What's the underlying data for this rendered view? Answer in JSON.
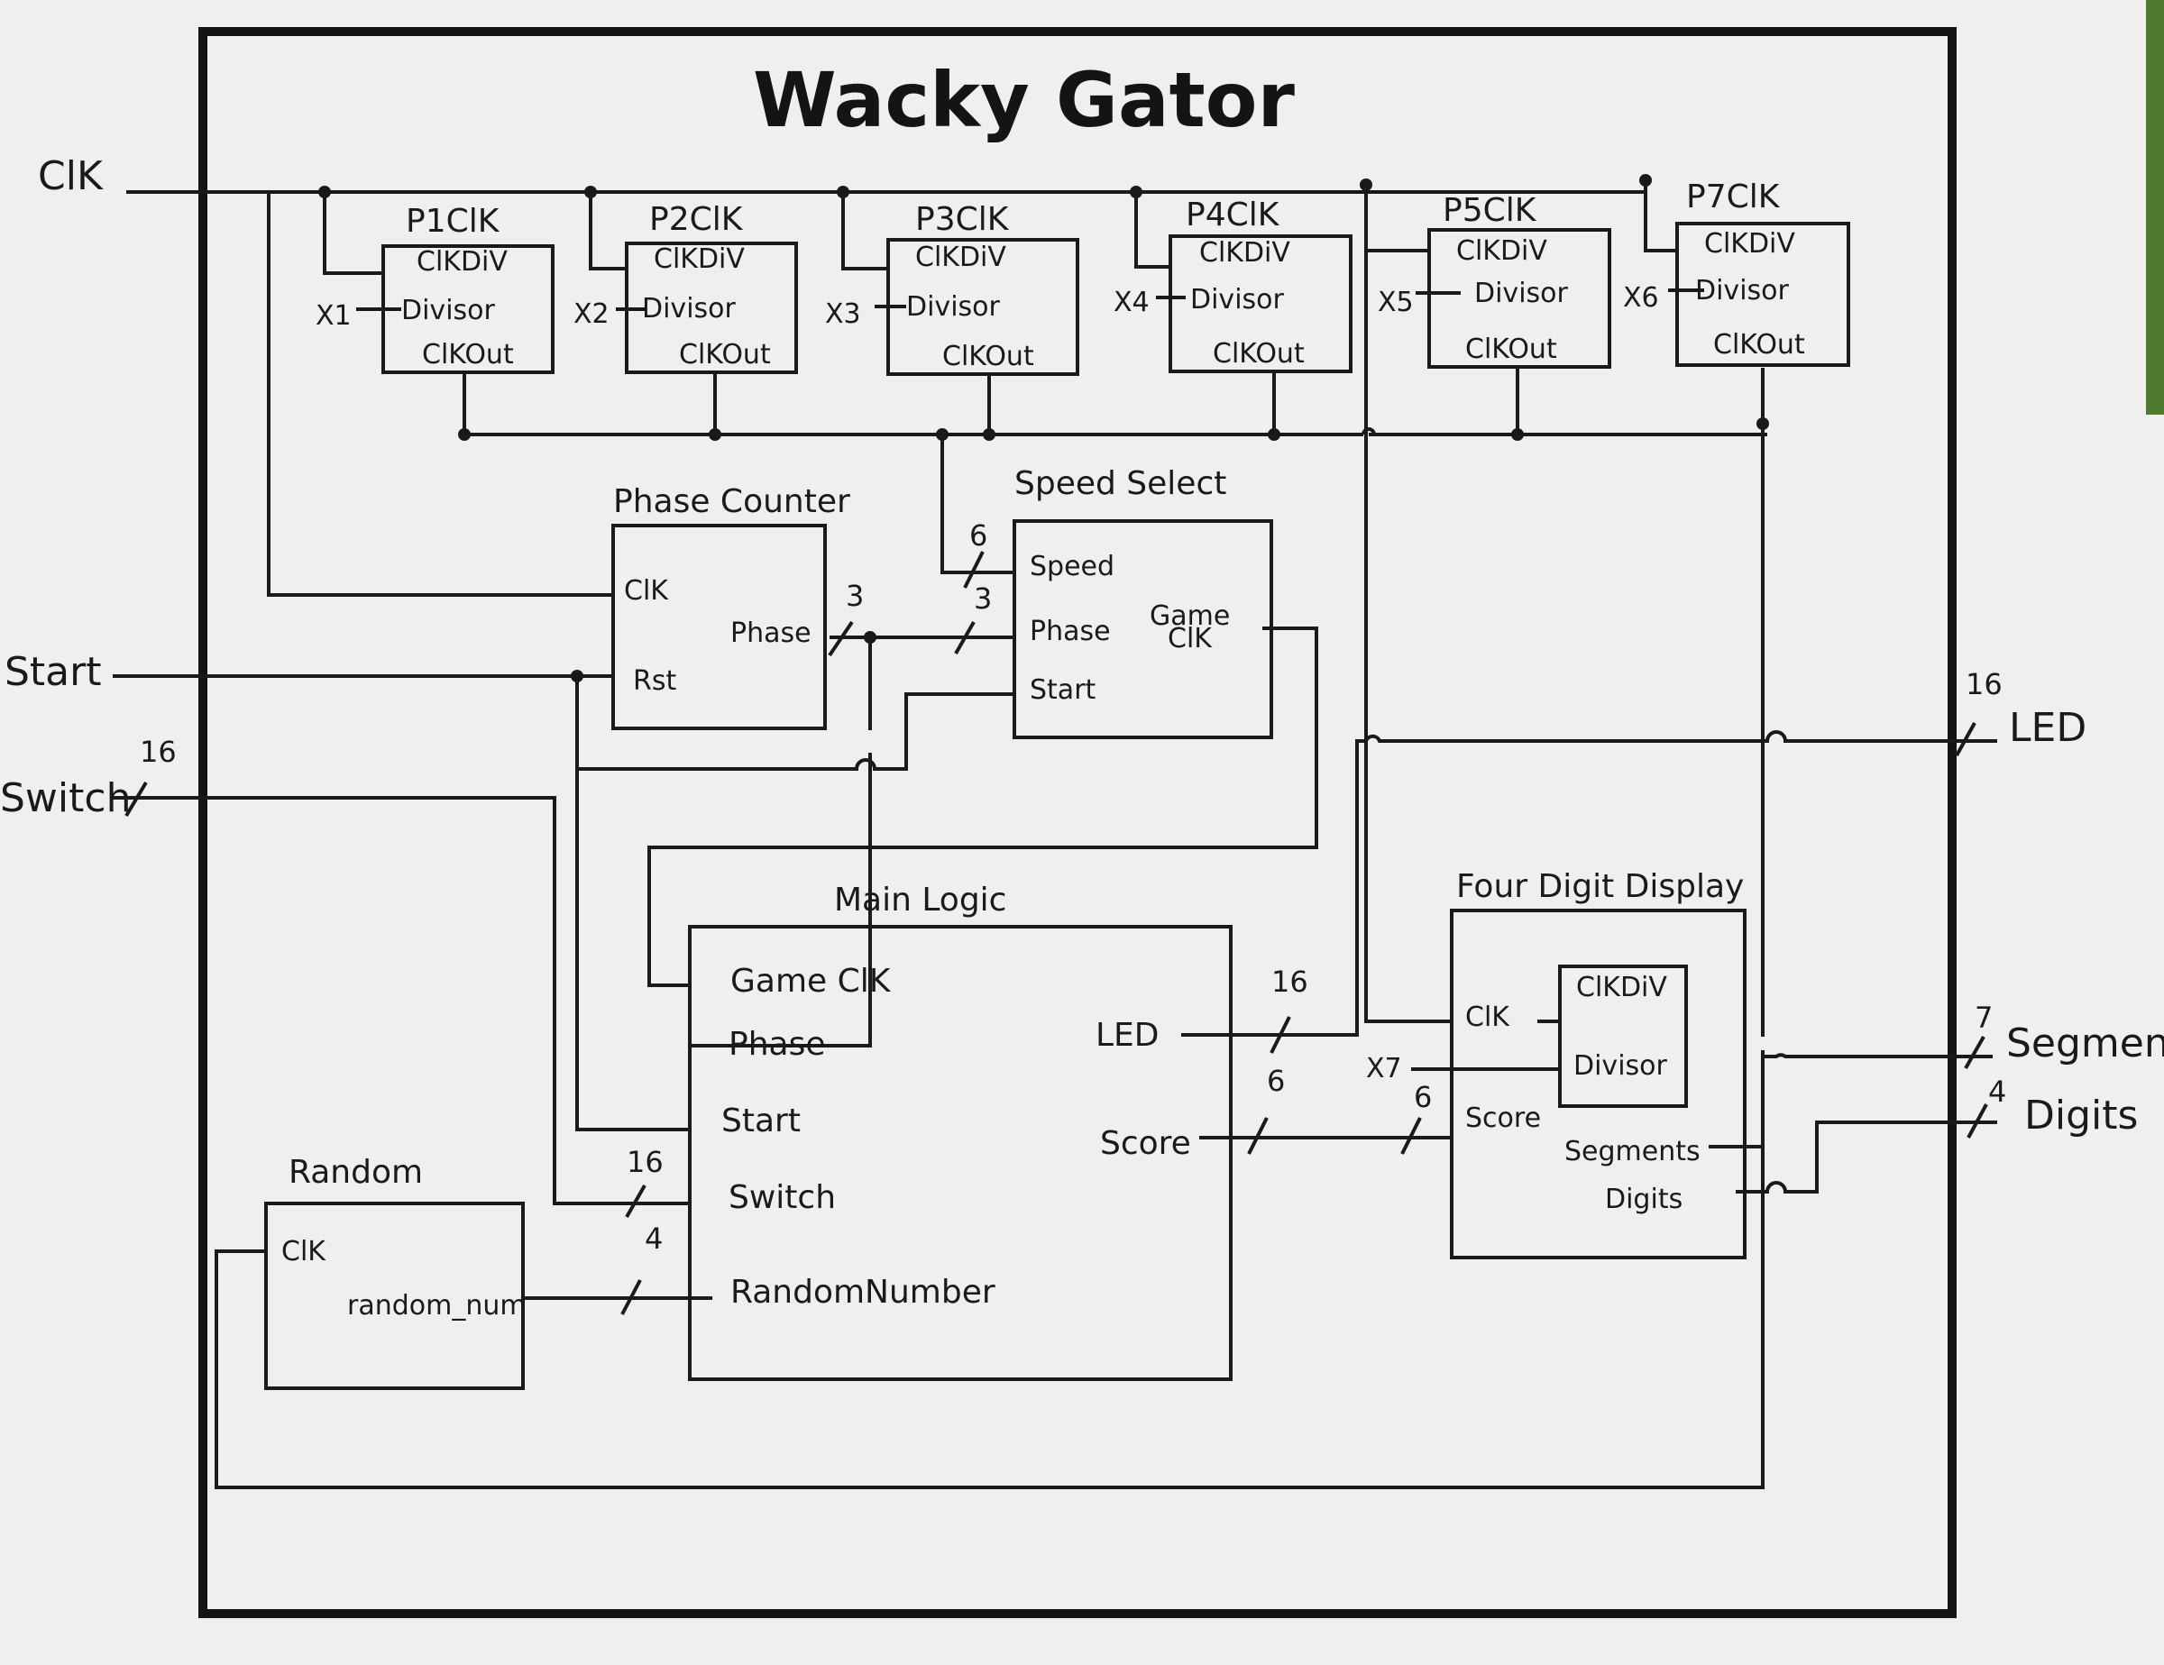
{
  "title": "Wacky Gator",
  "external_inputs": {
    "clk": "ClK",
    "start": "Start",
    "switch": "Switch",
    "switch_width": "16"
  },
  "external_outputs": {
    "led": "LED",
    "led_width": "16",
    "segments": "Segments",
    "segments_width": "7",
    "digits": "Digits",
    "digits_width": "4"
  },
  "clock_dividers": [
    {
      "name": "P1ClK",
      "header": "ClKDiV",
      "divisor_port": "Divisor",
      "out_port": "ClKOut",
      "divisor_input": "X1"
    },
    {
      "name": "P2ClK",
      "header": "ClKDiV",
      "divisor_port": "Divisor",
      "out_port": "ClKOut",
      "divisor_input": "X2"
    },
    {
      "name": "P3ClK",
      "header": "ClKDiV",
      "divisor_port": "Divisor",
      "out_port": "ClKOut",
      "divisor_input": "X3"
    },
    {
      "name": "P4ClK",
      "header": "ClKDiV",
      "divisor_port": "Divisor",
      "out_port": "ClKOut",
      "divisor_input": "X4"
    },
    {
      "name": "P5ClK",
      "header": "ClKDiV",
      "divisor_port": "Divisor",
      "out_port": "ClKOut",
      "divisor_input": "X5"
    },
    {
      "name": "P7ClK",
      "header": "ClKDiV",
      "divisor_port": "Divisor",
      "out_port": "ClKOut",
      "divisor_input": "X6"
    }
  ],
  "phase_counter": {
    "title": "Phase Counter",
    "clk": "ClK",
    "rst": "Rst",
    "phase": "Phase",
    "phase_width": "3"
  },
  "speed_select": {
    "title": "Speed Select",
    "speed": "Speed",
    "phase": "Phase",
    "start": "Start",
    "game_clk_line1": "Game",
    "game_clk_line2": "ClK",
    "speed_width": "6",
    "phase_width": "3"
  },
  "main_logic": {
    "title": "Main Logic",
    "game_clk": "Game ClK",
    "phase": "Phase",
    "start": "Start",
    "switch": "Switch",
    "random_number": "RandomNumber",
    "led": "LED",
    "score": "Score",
    "led_width": "16",
    "score_width": "6",
    "switch_width": "16",
    "random_width": "4"
  },
  "random": {
    "title": "Random",
    "clk": "ClK",
    "out": "random_num"
  },
  "four_digit_display": {
    "title": "Four Digit Display",
    "clk": "ClK",
    "score": "Score",
    "segments": "Segments",
    "digits": "Digits",
    "inner_header": "ClKDiV",
    "inner_divisor": "Divisor",
    "divisor_input": "X7",
    "score_width": "6"
  },
  "colors": {
    "paper": "#efefed",
    "ink": "#1a1a1a"
  }
}
